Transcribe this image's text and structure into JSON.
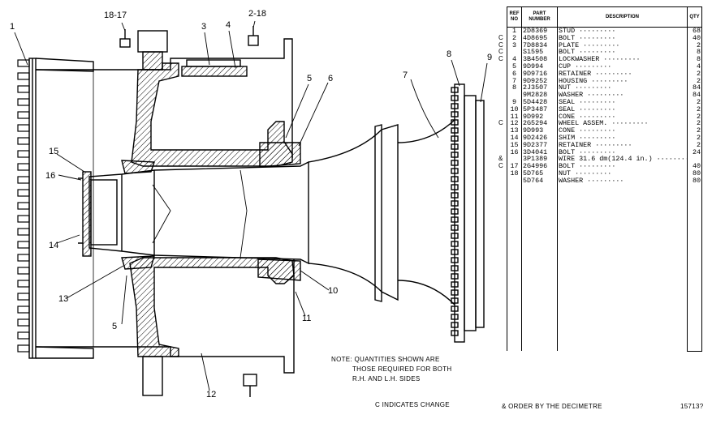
{
  "callouts": [
    {
      "id": "c1",
      "text": "1"
    },
    {
      "id": "c2",
      "text": "2"
    },
    {
      "id": "c3",
      "text": "3"
    },
    {
      "id": "c4",
      "text": "4"
    },
    {
      "id": "c5a",
      "text": "5"
    },
    {
      "id": "c5b",
      "text": "5"
    },
    {
      "id": "c6",
      "text": "6"
    },
    {
      "id": "c7",
      "text": "7"
    },
    {
      "id": "c8",
      "text": "8"
    },
    {
      "id": "c9",
      "text": "9"
    },
    {
      "id": "c10",
      "text": "10"
    },
    {
      "id": "c11",
      "text": "11"
    },
    {
      "id": "c12",
      "text": "12"
    },
    {
      "id": "c13",
      "text": "13"
    },
    {
      "id": "c14",
      "text": "14"
    },
    {
      "id": "c15",
      "text": "15"
    },
    {
      "id": "c16",
      "text": "16"
    },
    {
      "id": "c1817",
      "text": "18-17"
    },
    {
      "id": "c218",
      "text": "2-18"
    }
  ],
  "note_lines": [
    "NOTE: QUANTITIES SHOWN ARE",
    "THOSE REQUIRED FOR BOTH",
    "R.H. AND L.H. SIDES"
  ],
  "change_legend": "C INDICATES CHANGE",
  "order_note": "& ORDER BY THE DECIMETRE",
  "illustration_number": "15713?",
  "parts_table": {
    "headers": {
      "ref": "REF NO",
      "part": "PART NUMBER",
      "desc": "DESCRIPTION",
      "qty": "QTY"
    },
    "rows": [
      {
        "change": "",
        "ref": "1",
        "part": "2D8369",
        "desc": "STUD",
        "qty": "68"
      },
      {
        "change": "C",
        "ref": "2",
        "part": "4D8695",
        "desc": "BOLT",
        "qty": "40"
      },
      {
        "change": "C",
        "ref": "3",
        "part": "7D8834",
        "desc": "PLATE",
        "qty": "2"
      },
      {
        "change": "C",
        "ref": "",
        "part": "S1595",
        "desc": "BOLT",
        "qty": "8"
      },
      {
        "change": "C",
        "ref": "4",
        "part": "3B4508",
        "desc": "LOCKWASHER",
        "qty": "8"
      },
      {
        "change": "",
        "ref": "5",
        "part": "9D994",
        "desc": "CUP",
        "qty": "4"
      },
      {
        "change": "",
        "ref": "6",
        "part": "9D9716",
        "desc": "RETAINER",
        "qty": "2"
      },
      {
        "change": "",
        "ref": "7",
        "part": "9D9252",
        "desc": "HOUSING",
        "qty": "2"
      },
      {
        "change": "",
        "ref": "8",
        "part": "2J3507",
        "desc": "NUT",
        "qty": "84"
      },
      {
        "change": "",
        "ref": "",
        "part": "9M2828",
        "desc": "WASHER",
        "qty": "84"
      },
      {
        "change": "",
        "ref": "9",
        "part": "5D4428",
        "desc": "SEAL",
        "qty": "2"
      },
      {
        "change": "",
        "ref": "10",
        "part": "5P3487",
        "desc": "SEAL",
        "qty": "2"
      },
      {
        "change": "",
        "ref": "11",
        "part": "9D992",
        "desc": "CONE",
        "qty": "2"
      },
      {
        "change": "C",
        "ref": "12",
        "part": "2G5294",
        "desc": "WHEEL ASSEM.",
        "qty": "2"
      },
      {
        "change": "",
        "ref": "13",
        "part": "9D993",
        "desc": "CONE",
        "qty": "2"
      },
      {
        "change": "",
        "ref": "14",
        "part": "9D2426",
        "desc": "SHIM",
        "qty": "2"
      },
      {
        "change": "",
        "ref": "15",
        "part": "9D2377",
        "desc": "RETAINER",
        "qty": "2"
      },
      {
        "change": "",
        "ref": "16",
        "part": "3D4041",
        "desc": "BOLT",
        "qty": "24"
      },
      {
        "change": "&",
        "ref": "",
        "part": "3P1389",
        "desc": "WIRE   31.6 dm(124.4 in.)",
        "qty": ""
      },
      {
        "change": "C",
        "ref": "17",
        "part": "2G4996",
        "desc": "BOLT",
        "qty": "40"
      },
      {
        "change": "",
        "ref": "18",
        "part": "5D765",
        "desc": "NUT",
        "qty": "80"
      },
      {
        "change": "",
        "ref": "",
        "part": "5D764",
        "desc": "WASHER",
        "qty": "80"
      }
    ]
  }
}
